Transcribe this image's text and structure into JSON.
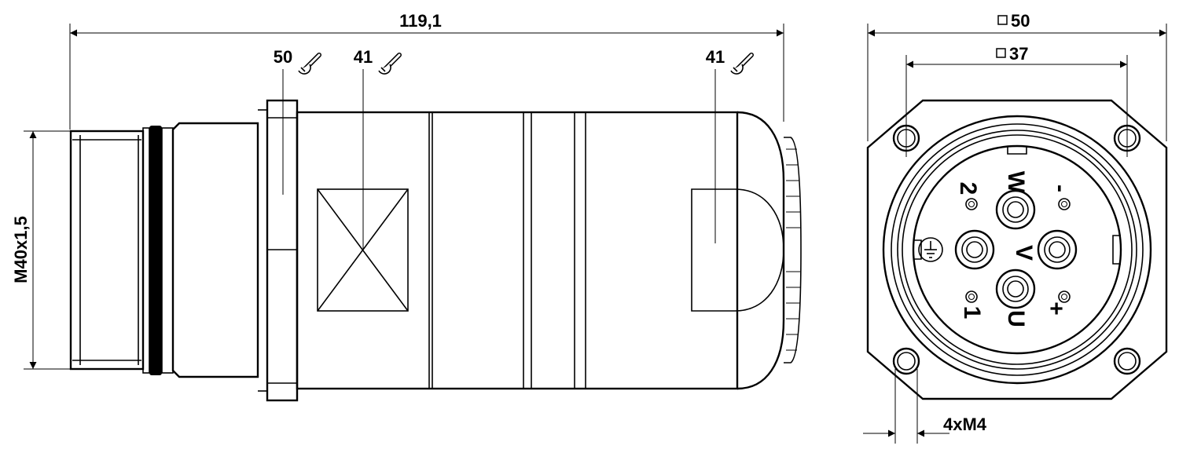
{
  "side_view": {
    "overall_length": "119,1",
    "thread": "M40x1,5",
    "wrench_sizes": [
      "50",
      "41",
      "41"
    ]
  },
  "front_view": {
    "flange_size": "50",
    "hole_spacing": "37",
    "mounting_screws": "4xM4",
    "pin_labels": {
      "w": "W",
      "minus": "-",
      "two": "2",
      "v": "V",
      "one": "1",
      "u": "U",
      "plus": "+"
    },
    "ground_icon": "ground-symbol-icon",
    "square_icon": "square-symbol-icon"
  },
  "wrench_icon": "wrench-icon"
}
